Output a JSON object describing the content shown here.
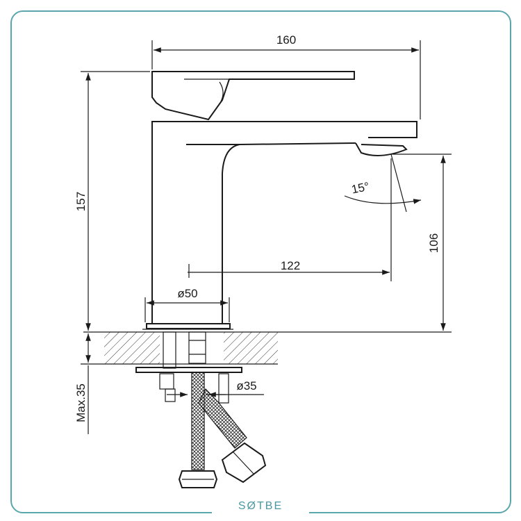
{
  "dimensions": {
    "overall_width": "160",
    "overall_height": "157",
    "spout_reach": "122",
    "spout_height": "106",
    "base_diameter": "ø50",
    "hole_diameter": "ø35",
    "max_thickness": "Max.35",
    "spout_angle": "15°"
  },
  "brand": "SØTBE",
  "colors": {
    "frame": "#5aa6ad",
    "lines": "#1a1a1a"
  }
}
